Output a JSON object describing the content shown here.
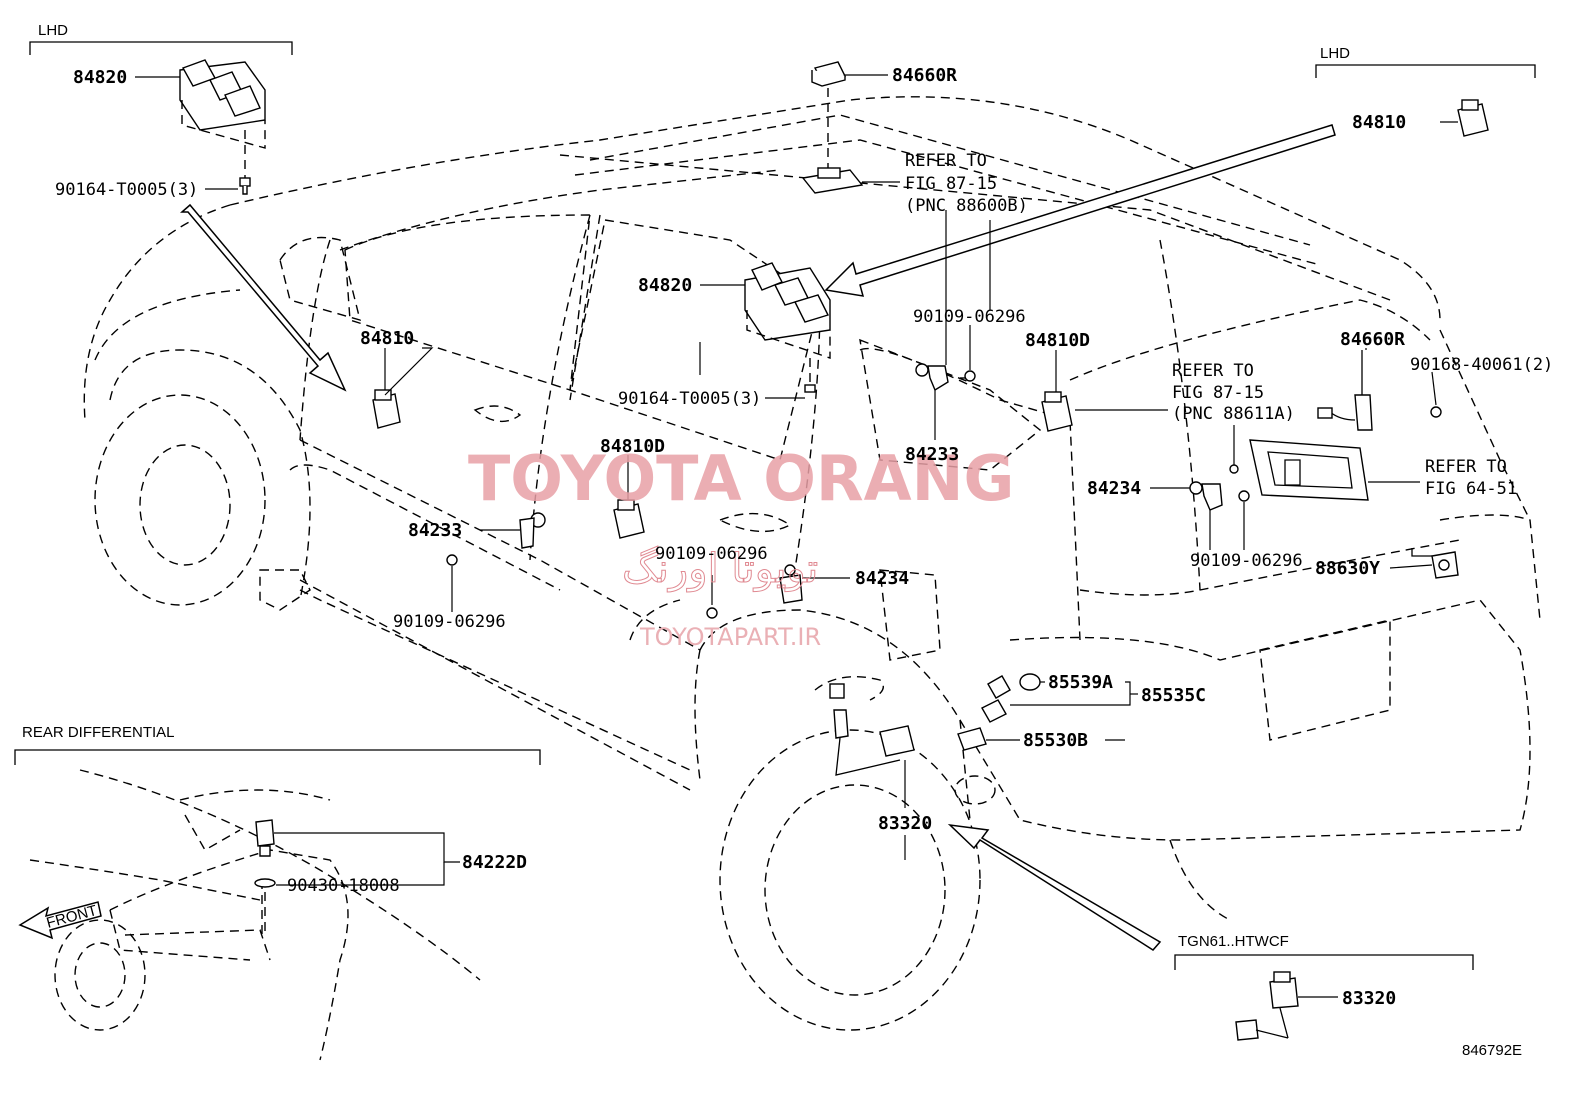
{
  "sections": {
    "lhd_left": "LHD",
    "lhd_right": "LHD",
    "rear_differential": "REAR DIFFERENTIAL",
    "tgn61": "TGN61..HTWCF"
  },
  "parts": {
    "p84820_a": "84820",
    "p90164_a": "90164-T0005(3)",
    "p84660R_top": "84660R",
    "p84810_right": "84810",
    "refer_8715_a_1": "REFER TO",
    "refer_8715_a_2": "FIG 87-15",
    "refer_8715_a_3": "(PNC 88600B)",
    "p84820_b": "84820",
    "p84810_left": "84810",
    "p90109_a": "90109-06296",
    "p84810D_a": "84810D",
    "p90164_b": "90164-T0005(3)",
    "p84233_a": "84233",
    "p84810D_b": "84810D",
    "p84233_b": "84233",
    "p90109_b": "90109-06296",
    "p84234_a": "84234",
    "p90109_c": "90109-06296",
    "p84234_b": "84234",
    "p90109_d": "90109-06296",
    "p84660R_b": "84660R",
    "p90168": "90168-40061(2)",
    "refer_8715_b_1": "REFER TO",
    "refer_8715_b_2": "FIG 87-15",
    "refer_8715_b_3": "(PNC 88611A)",
    "refer_6451_1": "REFER TO",
    "refer_6451_2": "FIG 64-51",
    "p88630Y": "88630Y",
    "p85539A": "85539A",
    "p85535C": "85535C",
    "p85530B": "85530B",
    "p83320_a": "83320",
    "p84222D": "84222D",
    "p90430": "90430-18008",
    "p83320_b": "83320",
    "front": "FRONT",
    "figure_id": "846792E"
  },
  "watermark": {
    "line1": "TOYOTA ORANG",
    "line2": "تویوتا اورنگ",
    "line3": "TOYOTAPART.IR"
  }
}
